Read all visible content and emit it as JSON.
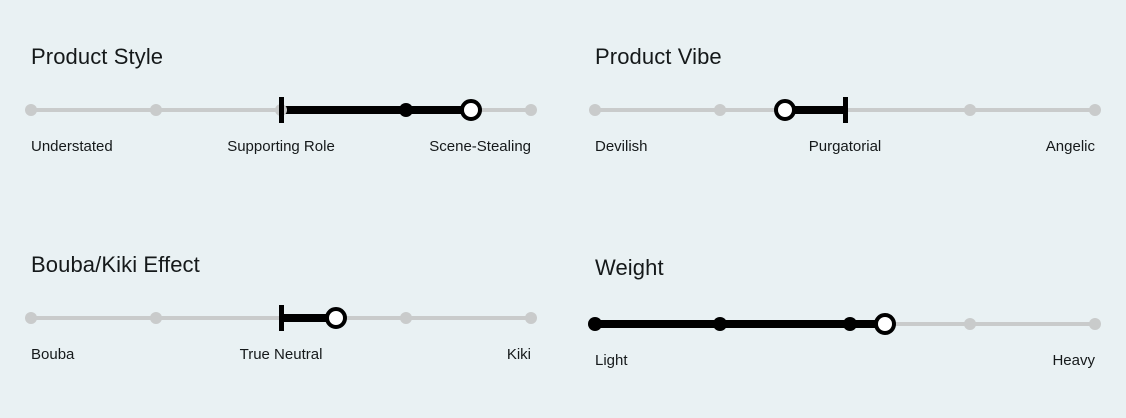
{
  "theme": {
    "background": "#e9f1f3",
    "track_inactive": "#c9cbcb",
    "track_active": "#000000",
    "text": "#15191a",
    "knob_fill": "#ffffff"
  },
  "sliders": [
    {
      "id": "product-style",
      "title": "Product Style",
      "dot_count": 5,
      "marker_percent": 50,
      "value_percent": 88,
      "filled_dots": [
        3
      ],
      "labels": {
        "start": "Understated",
        "mid": "Supporting Role",
        "end": "Scene-Stealing"
      }
    },
    {
      "id": "product-vibe",
      "title": "Product Vibe",
      "dot_count": 5,
      "marker_percent": 50,
      "value_percent": 38,
      "filled_dots": [],
      "labels": {
        "start": "Devilish",
        "mid": "Purgatorial",
        "end": "Angelic"
      }
    },
    {
      "id": "bouba-kiki-effect",
      "title": "Bouba/Kiki Effect",
      "dot_count": 5,
      "marker_percent": 50,
      "value_percent": 61,
      "filled_dots": [],
      "labels": {
        "start": "Bouba",
        "mid": "True Neutral",
        "end": "Kiki"
      }
    },
    {
      "id": "weight",
      "title": "Weight",
      "dot_count": 5,
      "marker_percent": null,
      "value_percent": 58,
      "filled_dots": [
        0,
        1,
        2
      ],
      "labels": {
        "start": "Light",
        "mid": "",
        "end": "Heavy"
      }
    }
  ]
}
